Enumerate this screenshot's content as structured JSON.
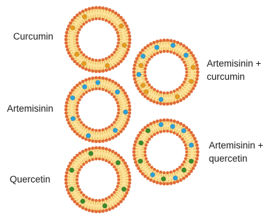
{
  "labels": {
    "curcumin": "Curcumin",
    "artemisinin": "Artemisinin",
    "quercetin": "Quercetin",
    "artemisinin_curcumin": [
      "Artemisinin +",
      "curcumin"
    ],
    "artemisinin_quercetin": [
      "Artemisinin +",
      "quercetin"
    ]
  },
  "liposomes": [
    {
      "name": "curcumin-liposome",
      "cargo": [
        "curcumin"
      ]
    },
    {
      "name": "artemisinin-liposome",
      "cargo": [
        "artemisinin"
      ]
    },
    {
      "name": "quercetin-liposome",
      "cargo": [
        "quercetin"
      ]
    },
    {
      "name": "artemisinin-curcumin-liposome",
      "cargo": [
        "artemisinin",
        "curcumin"
      ]
    },
    {
      "name": "artemisinin-quercetin-liposome",
      "cargo": [
        "artemisinin",
        "quercetin"
      ]
    }
  ],
  "colors": {
    "headgroup": "#e06a36",
    "membrane_fill": "#fbe29a",
    "tail": "#e8b04a",
    "curcumin": "#e89a1c",
    "artemisinin": "#2b9fd8",
    "quercetin": "#3a8a2a"
  }
}
